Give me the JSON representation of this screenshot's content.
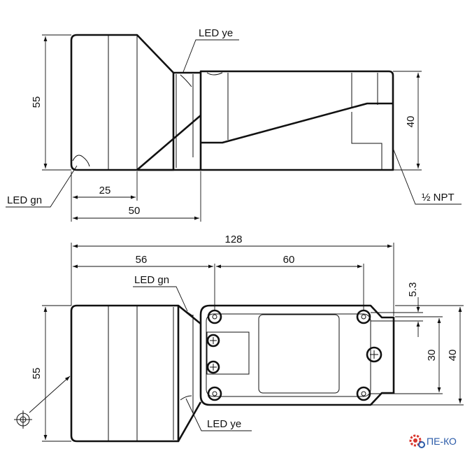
{
  "top_view": {
    "led_ye": "LED ye",
    "led_gn": "LED gn",
    "npt": "½ NPT",
    "dim_55": "55",
    "dim_40": "40",
    "dim_25": "25",
    "dim_50": "50"
  },
  "bottom_view": {
    "dim_128": "128",
    "dim_56": "56",
    "dim_60": "60",
    "dim_5_3": "5.3",
    "dim_30": "30",
    "dim_40": "40",
    "dim_55": "55",
    "led_gn": "LED gn",
    "led_ye": "LED ye"
  },
  "logo": {
    "text": "ПЕ-КО",
    "colors": {
      "gear": "#d9342b",
      "text": "#2a5aa8"
    }
  }
}
